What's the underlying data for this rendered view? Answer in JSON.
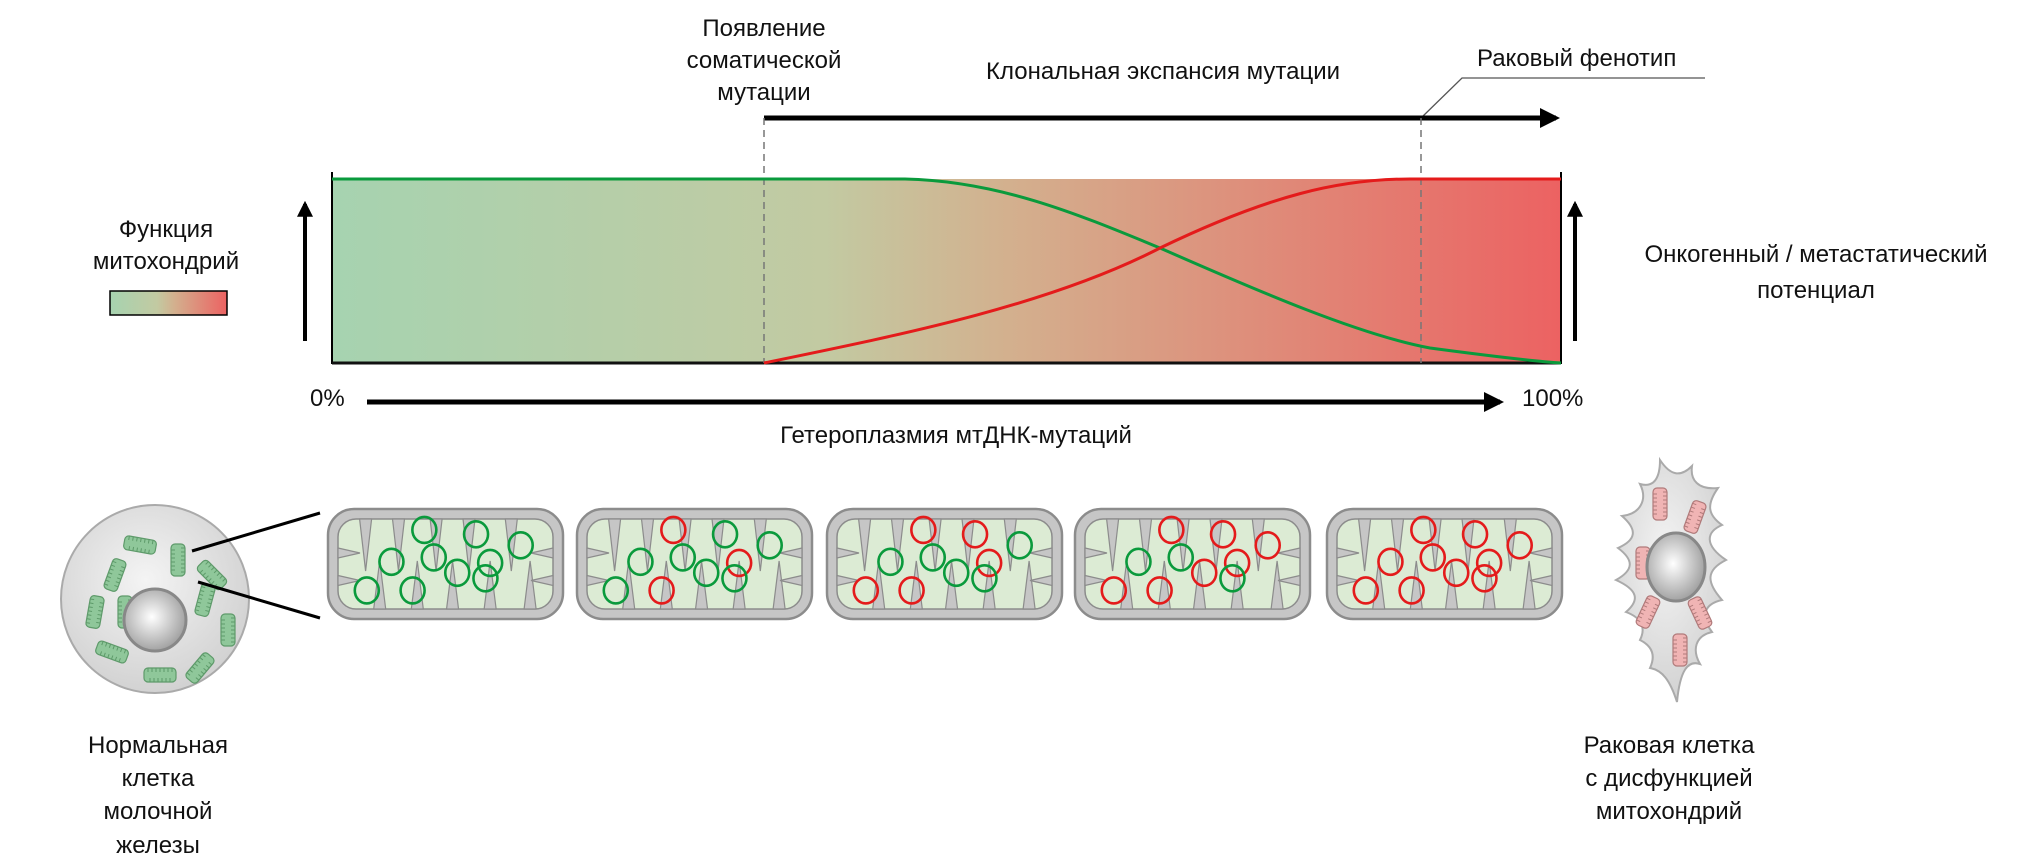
{
  "labels": {
    "somatic_onset": [
      "Появление",
      "соматической",
      "мутации"
    ],
    "clonal_expansion": "Клональная экспансия мутации",
    "cancer_phenotype": "Раковый фенотип",
    "mito_function": [
      "Функция",
      "митохондрий"
    ],
    "oncogenic": [
      "Онкогенный / метастатический",
      "потенциал"
    ],
    "axis_start": "0%",
    "axis_end": "100%",
    "axis_title": "Гетероплазмия мтДНК-мутаций",
    "normal_cell": [
      "Нормальная",
      "клетка",
      "молочной",
      "железы"
    ],
    "cancer_cell": [
      "Раковая клетка",
      "с дисфункцией",
      "митохондрий"
    ]
  },
  "colors": {
    "healthy": "#0a9a3c",
    "mutant": "#e41b1b",
    "gradient_start": "#a6d3b0",
    "gradient_mid": "#cbbf9c",
    "gradient_end": "#ec6262"
  },
  "mitochondria_stages": [
    {
      "mutant_count": 0,
      "mutant_circles": []
    },
    {
      "mutant_count": 3,
      "mutant_circles": [
        1,
        3,
        7
      ]
    },
    {
      "mutant_count": 5,
      "mutant_circles": [
        0,
        1,
        3,
        6,
        7
      ]
    },
    {
      "mutant_count": 7,
      "mutant_circles": [
        0,
        1,
        3,
        5,
        6,
        7,
        9
      ]
    },
    {
      "mutant_count": 10,
      "mutant_circles": [
        0,
        1,
        2,
        3,
        4,
        5,
        6,
        7,
        8,
        9
      ]
    }
  ]
}
